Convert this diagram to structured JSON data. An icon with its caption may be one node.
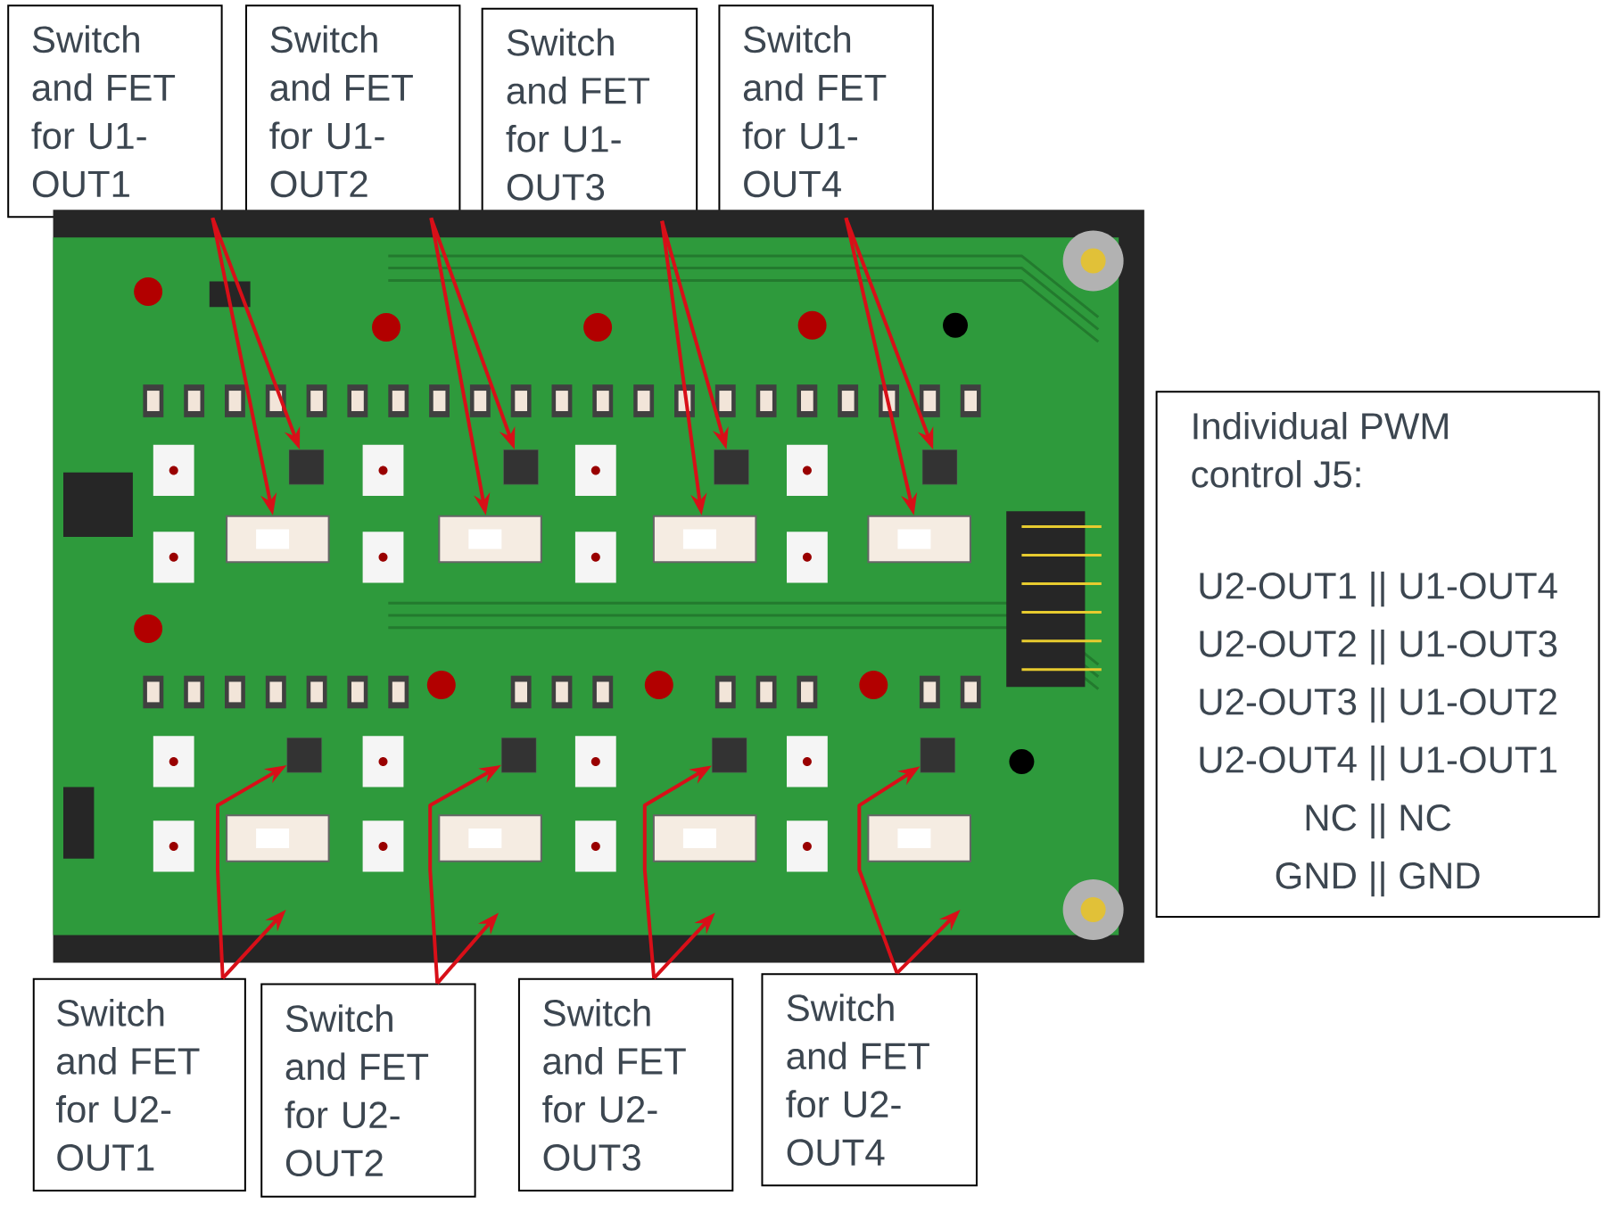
{
  "diagram": {
    "nodes": [
      {
        "text": [
          "Switch and FET for U1-OUT1"
        ]
      },
      {
        "text": [
          "Switch and FET for U1-OUT2"
        ]
      },
      {
        "text": [
          "Switch and FET for U1-OUT3"
        ]
      },
      {
        "text": [
          "Switch and FET for U1-OUT4"
        ]
      },
      {
        "text": [
          "Individual PWM control J5:",
          "U2-OUT1 || U1-OUT4",
          "U2-OUT2 || U1-OUT3",
          "U2-OUT3 || U1-OUT2",
          "U2-OUT4 || U1-OUT1",
          "NC || NC",
          "GND || GND"
        ]
      },
      {
        "text": [],
        "shape": "picture"
      },
      {
        "text": [],
        "shape": "box",
        "in": 5
      },
      {
        "text": [],
        "shape": "box",
        "in": 5
      },
      {
        "text": [],
        "shape": "box",
        "in": 5
      },
      {
        "text": [],
        "shape": "box",
        "in": 5
      },
      {
        "text": [],
        "shape": "box",
        "in": 5
      },
      {
        "text": [],
        "shape": "box",
        "in": 5
      },
      {
        "text": [],
        "shape": "box",
        "in": 5
      },
      {
        "text": [],
        "shape": "box",
        "in": 5
      },
      {
        "text": [],
        "shape": "box",
        "in": 5
      },
      {
        "text": [],
        "shape": "box",
        "in": 5
      },
      {
        "text": [],
        "shape": "box",
        "in": 5
      },
      {
        "text": [],
        "shape": "box",
        "in": 5
      },
      {
        "text": [],
        "shape": "box",
        "in": 5
      },
      {
        "text": [],
        "shape": "box",
        "in": 5
      },
      {
        "text": [],
        "shape": "box",
        "in": 5
      },
      {
        "text": [],
        "shape": "box",
        "in": 5
      },
      {
        "text": [
          "Switch and FET for U2-OUT1"
        ]
      },
      {
        "text": [
          "Switch and FET for U2-OUT2"
        ]
      },
      {
        "text": [
          "Switch and FET for U2-OUT3"
        ]
      },
      {
        "text": [
          "Switch and FET for U2-OUT4"
        ]
      }
    ],
    "edges": [
      {
        "from": 0,
        "to": 10,
        "arrow": "to"
      },
      {
        "from": 0,
        "to": 6,
        "arrow": "to"
      },
      {
        "from": 1,
        "to": 11,
        "arrow": "to"
      },
      {
        "from": 1,
        "to": 7,
        "arrow": "to"
      },
      {
        "from": 2,
        "to": 12,
        "arrow": "to"
      },
      {
        "from": 2,
        "to": 8,
        "arrow": "to"
      },
      {
        "from": 3,
        "to": 13,
        "arrow": "to"
      },
      {
        "from": 3,
        "to": 9,
        "arrow": "to"
      },
      {
        "from": 22,
        "to": 14,
        "arrow": "to"
      },
      {
        "from": 22,
        "to": null,
        "arrow": "to"
      },
      {
        "from": 23,
        "to": 15,
        "arrow": "to"
      },
      {
        "from": 23,
        "to": null,
        "arrow": "to"
      },
      {
        "from": 24,
        "to": 16,
        "arrow": "to"
      },
      {
        "from": 24,
        "to": null,
        "arrow": "to"
      },
      {
        "from": 25,
        "to": 17,
        "arrow": "to"
      },
      {
        "from": 25,
        "to": null,
        "arrow": "to"
      }
    ]
  }
}
